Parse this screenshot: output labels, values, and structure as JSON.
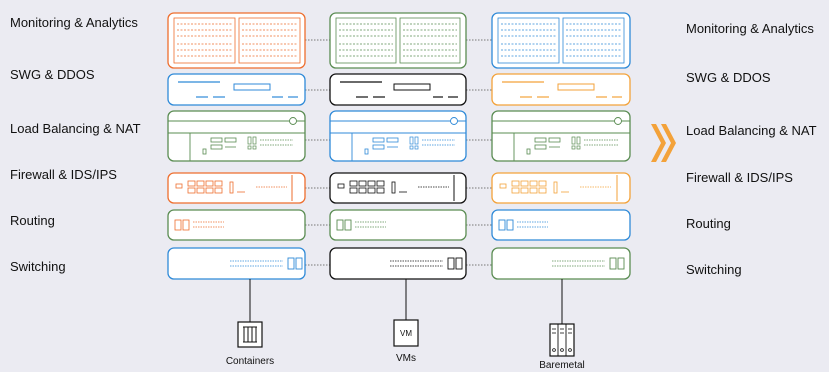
{
  "labels_left": [
    "Monitoring & Analytics",
    "SWG & DDOS",
    "Load Balancing  & NAT",
    "Firewall  & IDS/IPS",
    "Routing",
    "Switching"
  ],
  "labels_right": [
    "Monitoring & Analytics",
    "SWG & DDOS",
    "Load Balancing  & NAT",
    "Firewall  & IDS/IPS",
    "Routing",
    "Switching"
  ],
  "columns": [
    {
      "caption": "Containers",
      "color": "#ee6e2e",
      "icon": "container-icon"
    },
    {
      "caption": "VMs",
      "color": "#111111",
      "icon": "vm-icon",
      "icon_text": "VM"
    },
    {
      "caption": "Baremetal",
      "color": "#2f8ad8",
      "icon": "baremetal-server-icon"
    }
  ],
  "colors": {
    "orange": "#ee6e2e",
    "green": "#5a8c52",
    "blue": "#2f8ad8",
    "black": "#111111",
    "chevron": "#f3a23a",
    "background": "#ebebf2"
  },
  "arrow_icon": "double-chevron-right-icon"
}
